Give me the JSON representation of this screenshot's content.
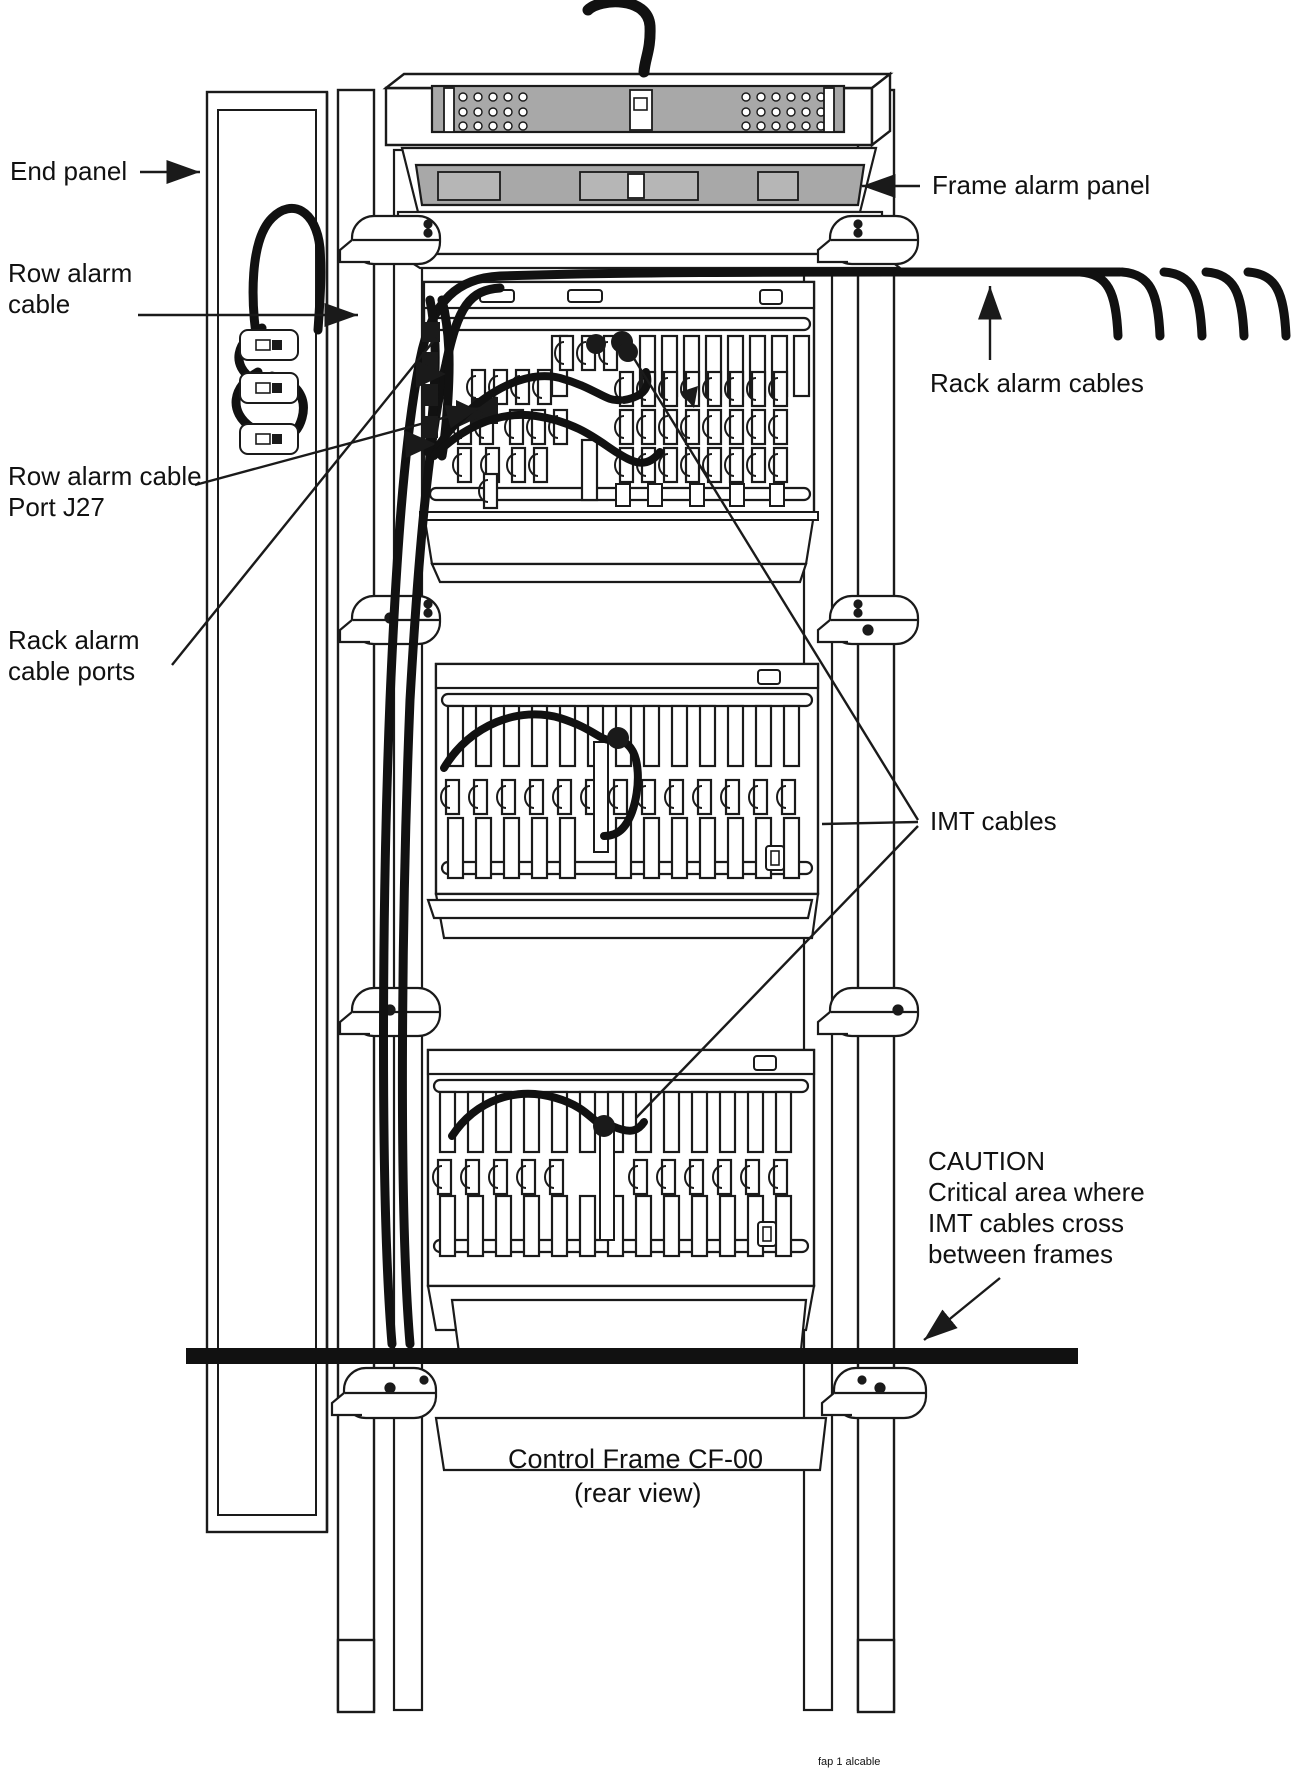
{
  "diagram": {
    "title": "Control Frame CF-00 rear view cabling diagram",
    "caption_line1": "Control Frame CF-00",
    "caption_line2": "(rear view)",
    "footer_id": "fap 1 alcable",
    "labels": {
      "end_panel": "End panel",
      "row_alarm_cable": "Row alarm\ncable",
      "row_alarm_cable_port": "Row alarm cable\nPort J27",
      "rack_alarm_cable_ports": "Rack alarm\ncable ports",
      "frame_alarm_panel": "Frame alarm panel",
      "rack_alarm_cables": "Rack alarm cables",
      "imt_cables": "IMT cables",
      "caution_heading": "CAUTION",
      "caution_body": "Critical area where\nIMT cables cross\nbetween frames"
    },
    "colors": {
      "line": "#1a1a1a",
      "panel_fill": "#a8a8a8",
      "background": "#ffffff",
      "cable": "#111111"
    },
    "shelves": [
      {
        "name": "top-shelf-frame-alarm",
        "cards": 0
      },
      {
        "name": "upper-card-shelf",
        "cards": 24
      },
      {
        "name": "middle-card-shelf",
        "cards": 24
      },
      {
        "name": "lower-card-shelf",
        "cards": 24
      }
    ],
    "rack_alarm_cable_count": 5,
    "row_alarm_clamp_count": 3
  }
}
